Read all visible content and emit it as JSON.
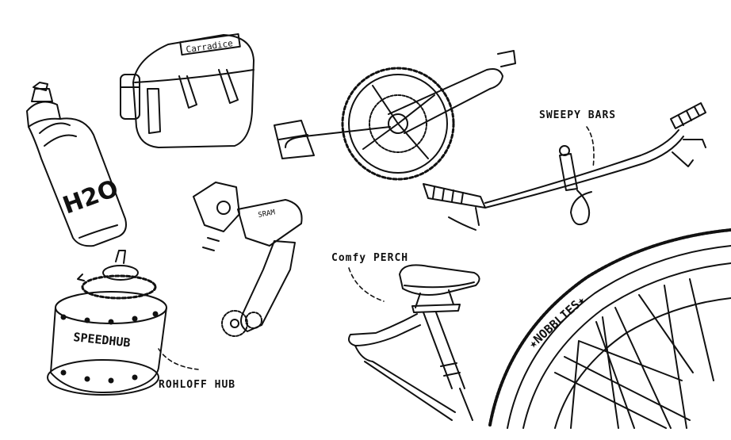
{
  "labels": {
    "sweepy_bars": "SWEEPY BARS",
    "comfy_perch": "Comfy PERCH",
    "rohloff_hub": "ROHLOFF HUB"
  },
  "printed_marks": {
    "bottle": "H2O",
    "saddlebag": "Carradice",
    "derailleur": "SRAM",
    "hub": "SPEEDHUB",
    "tyre": "★NOBBLIES★"
  },
  "colors": {
    "ink": "#111111",
    "paper": "#ffffff"
  }
}
